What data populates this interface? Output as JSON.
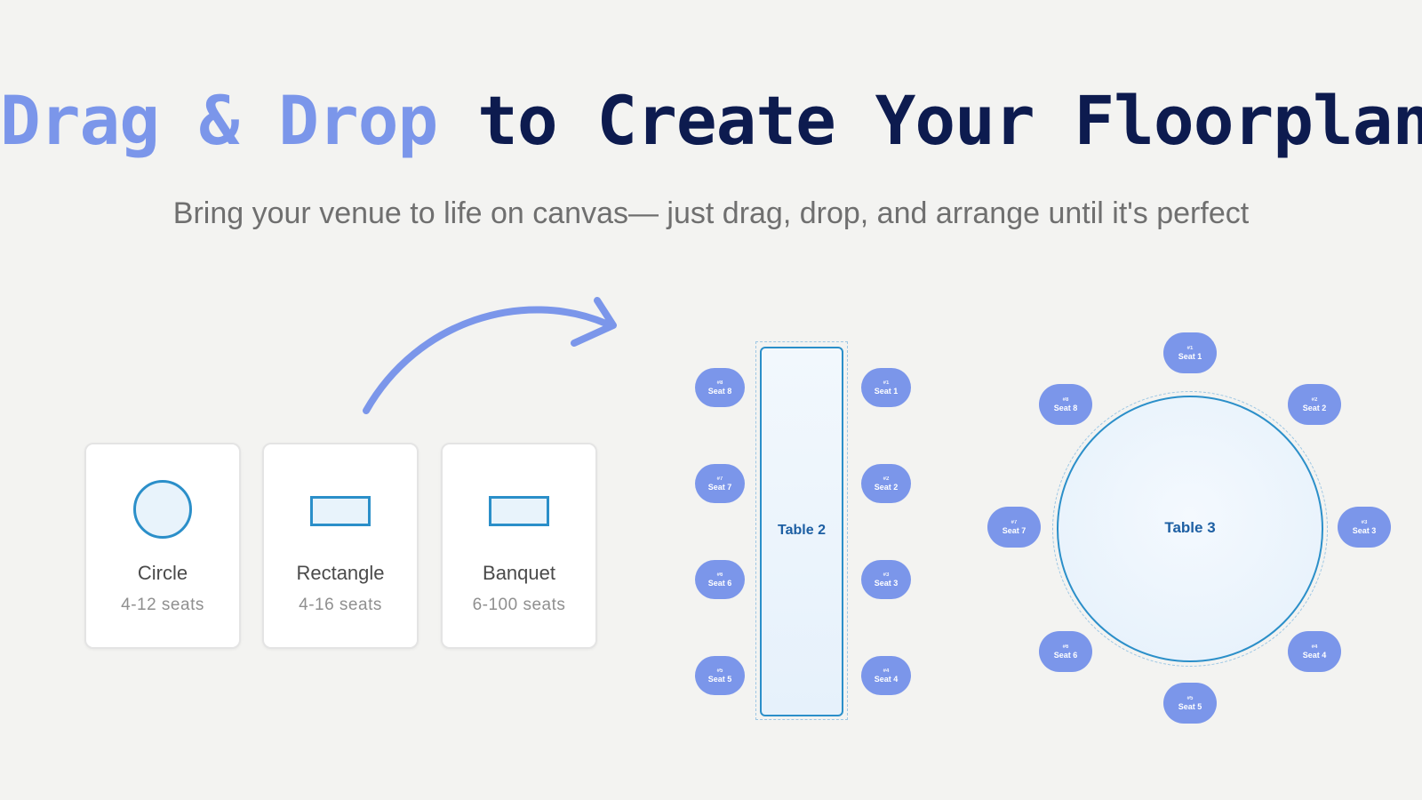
{
  "headline": {
    "accent": "Drag & Drop",
    "rest": " to Create Your Floorplan"
  },
  "subtitle": "Bring your venue to life on canvas— just drag, drop, and arrange until it's perfect",
  "colors": {
    "accent": "#7b96ea",
    "dark": "#0d1b4f",
    "table_border": "#2b8fc9",
    "seat": "#7b96ea"
  },
  "shape_cards": [
    {
      "name": "Circle",
      "seats": "4-12 seats",
      "icon": "circle-shape-icon"
    },
    {
      "name": "Rectangle",
      "seats": "4-16 seats",
      "icon": "rectangle-shape-icon"
    },
    {
      "name": "Banquet",
      "seats": "6-100 seats",
      "icon": "banquet-shape-icon"
    }
  ],
  "table2": {
    "label": "Table 2",
    "seats": [
      {
        "num": "#1",
        "label": "Seat 1"
      },
      {
        "num": "#2",
        "label": "Seat 2"
      },
      {
        "num": "#3",
        "label": "Seat 3"
      },
      {
        "num": "#4",
        "label": "Seat 4"
      },
      {
        "num": "#5",
        "label": "Seat 5"
      },
      {
        "num": "#6",
        "label": "Seat 6"
      },
      {
        "num": "#7",
        "label": "Seat 7"
      },
      {
        "num": "#8",
        "label": "Seat 8"
      }
    ]
  },
  "table3": {
    "label": "Table 3",
    "seats": [
      {
        "num": "#1",
        "label": "Seat 1"
      },
      {
        "num": "#2",
        "label": "Seat 2"
      },
      {
        "num": "#3",
        "label": "Seat 3"
      },
      {
        "num": "#4",
        "label": "Seat 4"
      },
      {
        "num": "#5",
        "label": "Seat 5"
      },
      {
        "num": "#6",
        "label": "Seat 6"
      },
      {
        "num": "#7",
        "label": "Seat 7"
      },
      {
        "num": "#8",
        "label": "Seat 8"
      }
    ]
  }
}
